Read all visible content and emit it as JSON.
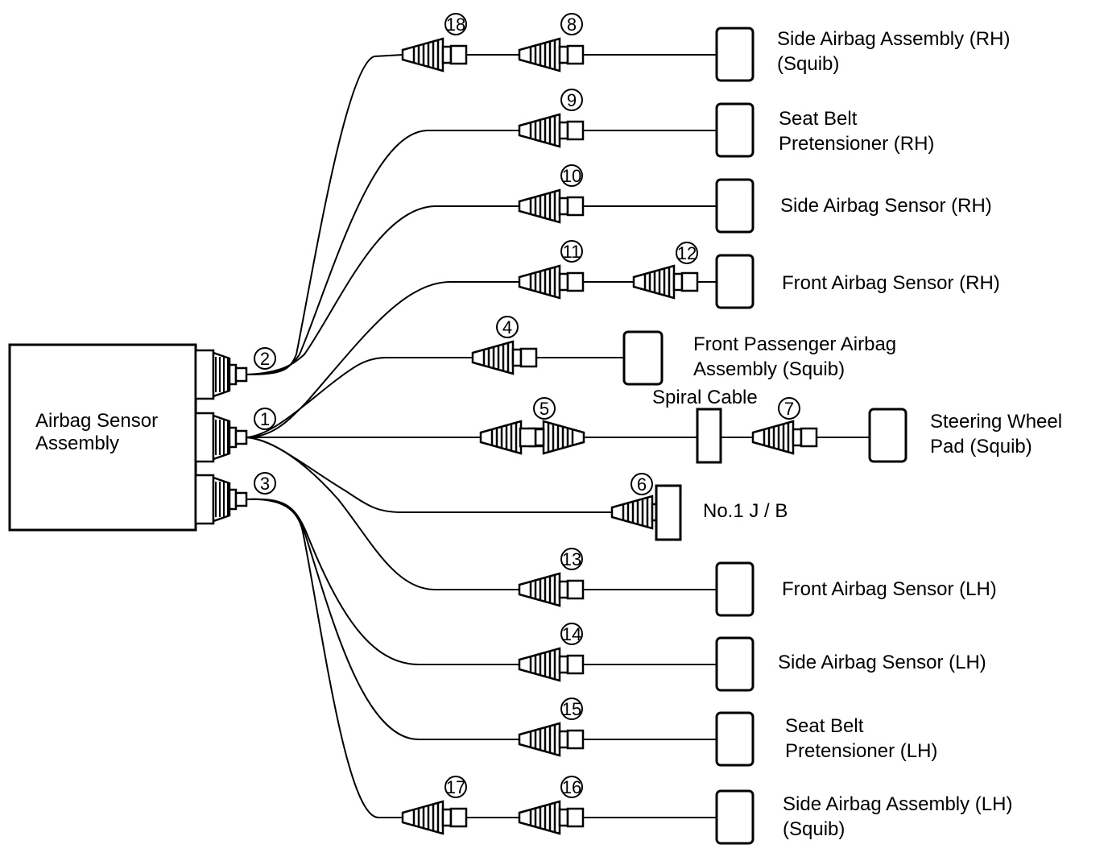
{
  "colors": {
    "line": "#000000",
    "background": "#ffffff"
  },
  "main_unit": {
    "line1": "Airbag Sensor",
    "line2": "Assembly",
    "ports": [
      "2",
      "1",
      "3"
    ]
  },
  "components": [
    {
      "id": "side-airbag-rh",
      "line1": "Side Airbag Assembly (RH)",
      "line2": "(Squib)",
      "connectors": [
        "18",
        "8"
      ]
    },
    {
      "id": "seat-belt-rh",
      "line1": "Seat Belt",
      "line2": "Pretensioner (RH)",
      "connectors": [
        "9"
      ]
    },
    {
      "id": "side-sensor-rh",
      "line1": "Side Airbag Sensor (RH)",
      "line2": "",
      "connectors": [
        "10"
      ]
    },
    {
      "id": "front-sensor-rh",
      "line1": "Front Airbag Sensor (RH)",
      "line2": "",
      "connectors": [
        "11",
        "12"
      ]
    },
    {
      "id": "passenger-airbag",
      "line1": "Front Passenger Airbag",
      "line2": "Assembly (Squib)",
      "connectors": [
        "4"
      ]
    },
    {
      "id": "steering-pad",
      "line1": "Steering Wheel",
      "line2": "Pad (Squib)",
      "connectors": [
        "5",
        "7"
      ]
    },
    {
      "id": "junction-block",
      "line1": "No.1 J / B",
      "line2": "",
      "connectors": [
        "6"
      ]
    },
    {
      "id": "front-sensor-lh",
      "line1": "Front Airbag Sensor (LH)",
      "line2": "",
      "connectors": [
        "13"
      ]
    },
    {
      "id": "side-sensor-lh",
      "line1": "Side Airbag Sensor (LH)",
      "line2": "",
      "connectors": [
        "14"
      ]
    },
    {
      "id": "seat-belt-lh",
      "line1": "Seat Belt",
      "line2": "Pretensioner (LH)",
      "connectors": [
        "15"
      ]
    },
    {
      "id": "side-airbag-lh",
      "line1": "Side Airbag Assembly (LH)",
      "line2": "(Squib)",
      "connectors": [
        "17",
        "16"
      ]
    }
  ],
  "spiral_cable": {
    "label": "Spiral Cable"
  }
}
